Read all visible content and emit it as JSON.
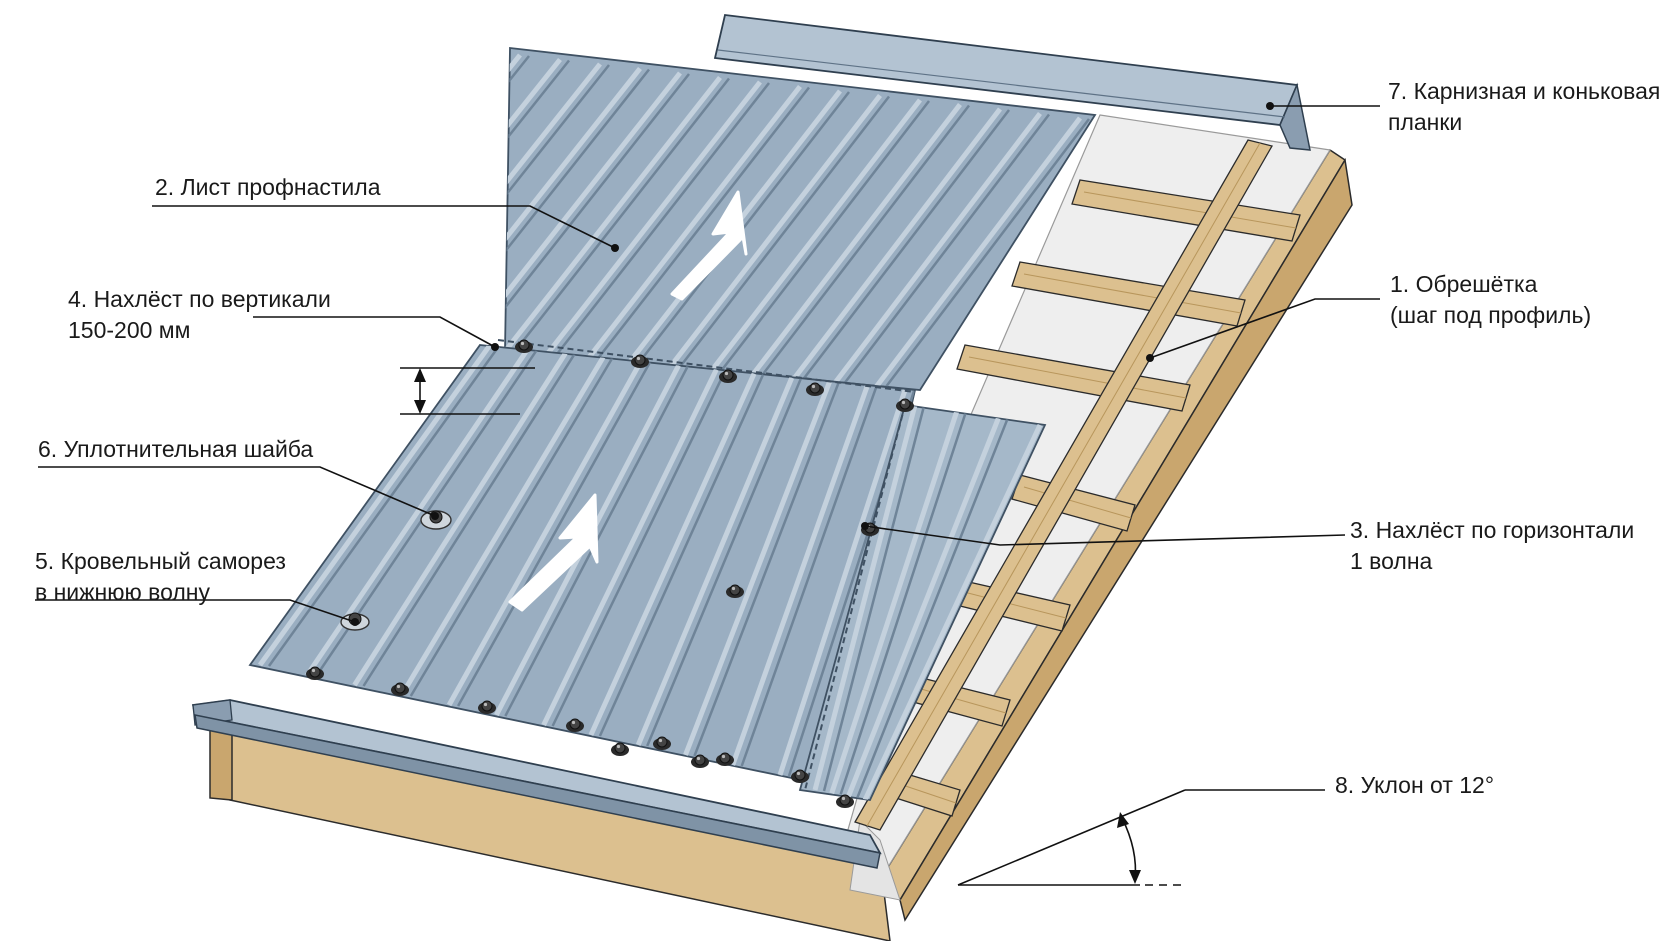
{
  "diagram": {
    "subject": "profiled sheet roofing on battens",
    "colors": {
      "sheet": "#9aaec1",
      "sheet_dark": "#6f8498",
      "sheet_light": "#c4d1dd",
      "sheet_edge": "#3f5163",
      "wood": "#dcc08f",
      "wood_dark": "#b8965c",
      "membrane": "#eeeeee",
      "outline": "#2b2b2b"
    },
    "callouts": [
      {
        "id": "c7",
        "line1": "7. Карнизная и коньковая",
        "line2": "планки"
      },
      {
        "id": "c2",
        "line1": "2. Лист профнастила",
        "line2": ""
      },
      {
        "id": "c4",
        "line1": "4. Нахлёст по вертикали",
        "line2": "150-200 мм"
      },
      {
        "id": "c1",
        "line1": "1. Обрешётка",
        "line2": "(шаг под профиль)"
      },
      {
        "id": "c6",
        "line1": "6. Уплотнительная шайба",
        "line2": ""
      },
      {
        "id": "c3",
        "line1": "3. Нахлёст по горизонтали",
        "line2": "1 волна"
      },
      {
        "id": "c5",
        "line1": "5. Кровельный саморез",
        "line2": "в нижнюю волну"
      },
      {
        "id": "c8",
        "line1": "8. Уклон от 12°",
        "line2": ""
      }
    ]
  }
}
